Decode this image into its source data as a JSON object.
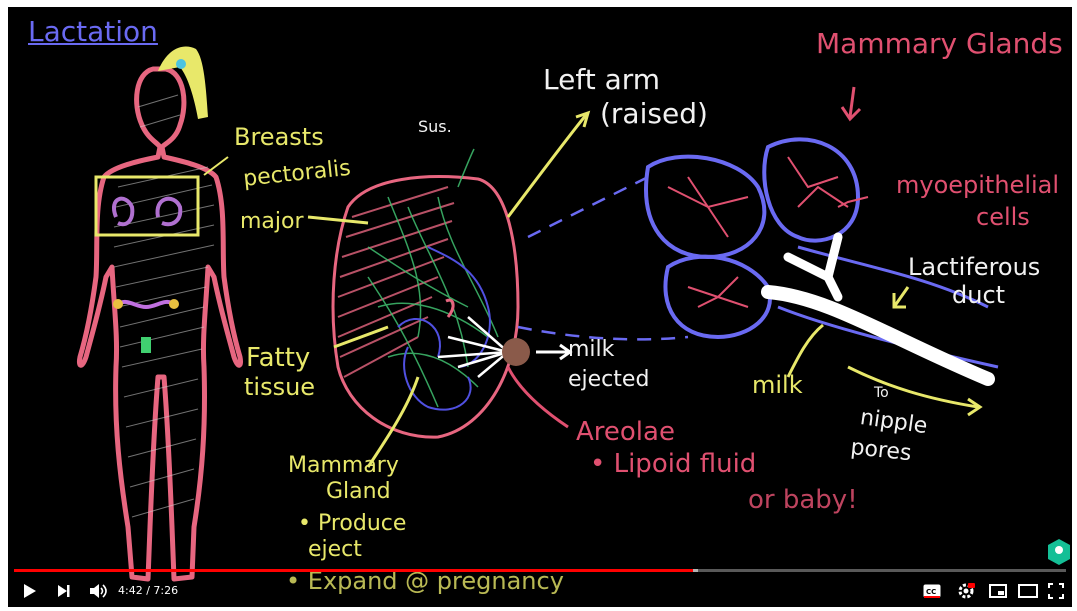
{
  "video": {
    "annotations": {
      "title": "Lactation",
      "breasts": "Breasts",
      "pectoralis": "pectoralis",
      "major": "major",
      "sus": "Sus.",
      "left_arm": "Left arm",
      "raised": "(raised)",
      "mammary_glands": "Mammary Glands",
      "myoepithelial": "myoepithelial",
      "cells": "cells",
      "lactiferous": "Lactiferous",
      "duct": "duct",
      "fatty": "Fatty",
      "tissue": "tissue",
      "milk_ejected_1": "milk",
      "milk_ejected_2": "ejected",
      "milk": "milk",
      "to": "To",
      "nipple": "nipple",
      "pores": "pores",
      "areolae": "Areolae",
      "lipoid_fluid": "• Lipoid fluid",
      "for_baby": "or baby!",
      "mammary_gland_1": "Mammary",
      "mammary_gland_2": "Gland",
      "produce": "• Produce",
      "eject": "eject",
      "expand": "• Expand @ pregnancy"
    }
  },
  "player": {
    "time_display": "4:42 / 7:26",
    "progress_fraction": 0.645,
    "accent_color": "#ff0000",
    "buttons": {
      "play": "play-icon",
      "next": "next-icon",
      "volume": "volume-icon",
      "captions": "captions-icon",
      "settings": "settings-icon",
      "miniplayer": "miniplayer-icon",
      "theater": "theater-icon",
      "fullscreen": "fullscreen-icon"
    }
  }
}
